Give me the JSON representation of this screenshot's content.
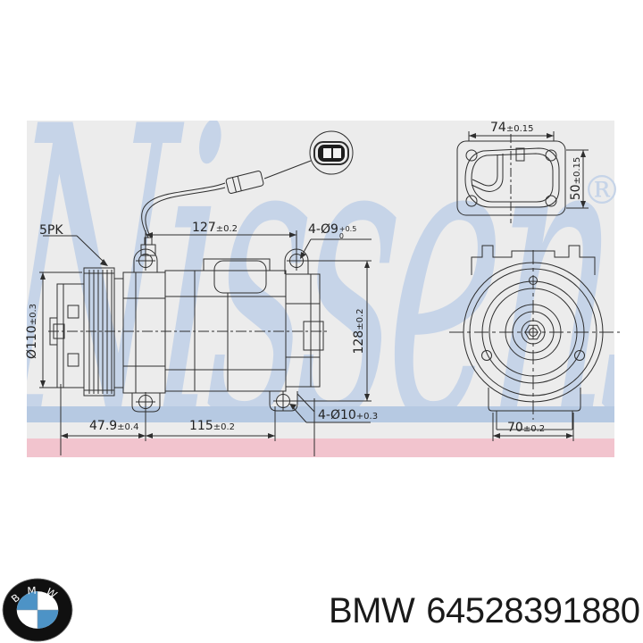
{
  "watermark": {
    "text": "Nissens",
    "registered": "®",
    "color": "#c6d4e8"
  },
  "diagram": {
    "background_color": "#ececec",
    "stripe_blue_color": "#b6c9e2",
    "stripe_pink_color": "#f2c4ce",
    "line_color": "#2e2e2e",
    "labels": {
      "belt": "5PK",
      "d127": {
        "value": "127",
        "tol": "±0.2"
      },
      "d4x9": {
        "value": "4-Ø9",
        "tol_sup": "+0.5",
        "tol_sub": "0"
      },
      "d74": {
        "value": "74",
        "tol": "±0.15"
      },
      "d50": {
        "value": "50",
        "tol": "±0.15"
      },
      "d110": {
        "value": "Ø110",
        "tol": "±0.3"
      },
      "d128": {
        "value": "128",
        "tol": "±0.2"
      },
      "d479": {
        "value": "47.9",
        "tol": "±0.4"
      },
      "d115": {
        "value": "115",
        "tol": "±0.2"
      },
      "d4x10": {
        "value": "4-Ø10",
        "tol": "+0.3"
      },
      "d70": {
        "value": "70",
        "tol": "±0.2"
      }
    }
  },
  "footer": {
    "brand": "BMW",
    "part_number": "64528391880",
    "logo_text": "BMW",
    "logo_blue": "#4d93c6"
  }
}
